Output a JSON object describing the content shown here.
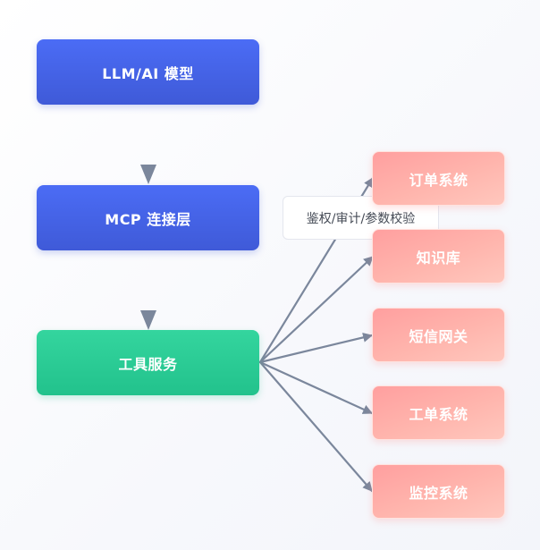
{
  "nodes": {
    "llm": "LLM/AI 模型",
    "mcp": "MCP 连接层",
    "tools": "工具服务"
  },
  "annotation": "鉴权/审计/参数校验",
  "targets": [
    "订单系统",
    "知识库",
    "短信网关",
    "工单系统",
    "监控系统"
  ],
  "colors": {
    "blue": "#4360e6",
    "green": "#2acb94",
    "pink": "#ffaaa3",
    "arrow": "#7b879c"
  }
}
